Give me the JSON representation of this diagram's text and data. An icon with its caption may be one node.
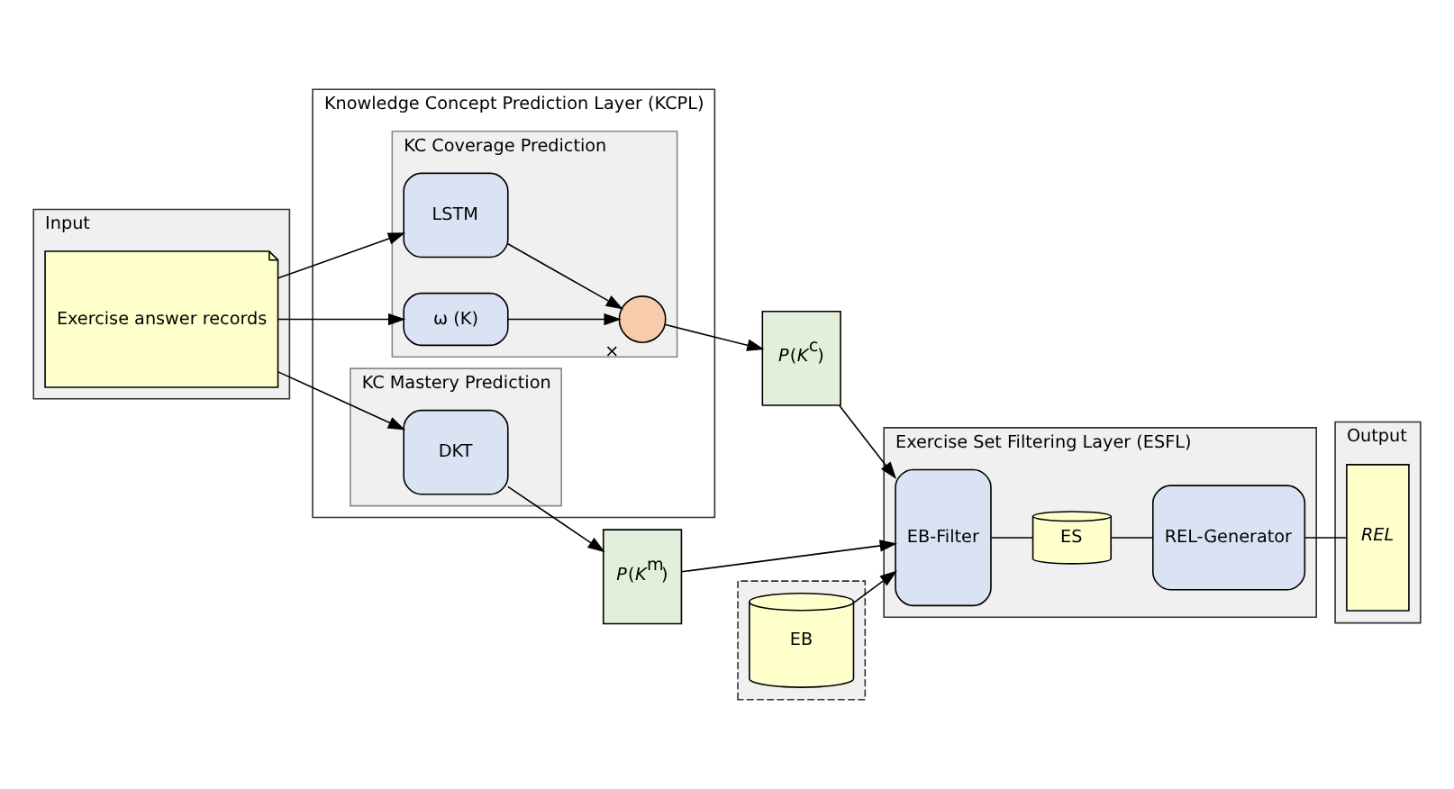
{
  "diagram": {
    "nodes": [
      {
        "text": [
          "Input"
        ]
      },
      {
        "text": [
          "Exercise answer records"
        ],
        "in": 0
      },
      {
        "text": [
          "Knowledge Concept Prediction Layer (KCPL)"
        ]
      },
      {
        "text": [
          "KC Coverage Prediction"
        ],
        "in": 2
      },
      {
        "text": [
          "LSTM"
        ],
        "in": 3
      },
      {
        "text": [],
        "shape": "circle",
        "beside": [
          "×"
        ],
        "in": 3
      },
      {
        "text": [
          "ω (K)"
        ],
        "in": 3
      },
      {
        "text": [
          "KC Mastery Prediction"
        ],
        "in": 2
      },
      {
        "text": [
          "DKT"
        ],
        "in": 7
      },
      {
        "text": [
          "*P*(*K*$^{c}$)"
        ]
      },
      {
        "text": [
          "*P*(*K*$^{m}$)"
        ]
      },
      {
        "text": [
          "Exercise Set Filtering Layer (ESFL)"
        ]
      },
      {
        "text": [
          "EB-Filter"
        ],
        "in": 11
      },
      {
        "text": [
          "ES"
        ],
        "in": 11
      },
      {
        "text": [
          "REL-Generator"
        ],
        "in": 11
      },
      {
        "text": [],
        "shape": "box"
      },
      {
        "text": [
          "EB"
        ],
        "in": 15
      },
      {
        "text": [
          "Output"
        ]
      },
      {
        "text": [
          "*REL*"
        ],
        "in": 17
      }
    ],
    "edges": [
      {
        "from": 1,
        "to": 6,
        "arrow": "to"
      },
      {
        "from": 1,
        "to": 4,
        "arrow": "to"
      },
      {
        "from": 1,
        "to": 8,
        "arrow": "to"
      },
      {
        "from": 4,
        "to": 5,
        "arrow": "to"
      },
      {
        "from": 6,
        "to": 5,
        "arrow": "to"
      },
      {
        "from": 5,
        "to": 9,
        "arrow": "to"
      },
      {
        "from": 8,
        "to": 10,
        "arrow": "to"
      },
      {
        "from": 9,
        "to": 12,
        "arrow": "to"
      },
      {
        "from": 10,
        "to": 12,
        "arrow": "to"
      },
      {
        "from": 16,
        "to": 12,
        "arrow": "to"
      },
      {
        "from": 12,
        "to": 13,
        "arrow": "none"
      },
      {
        "from": 13,
        "to": 14,
        "arrow": "none"
      },
      {
        "from": 14,
        "to": 18,
        "arrow": "none"
      }
    ]
  }
}
